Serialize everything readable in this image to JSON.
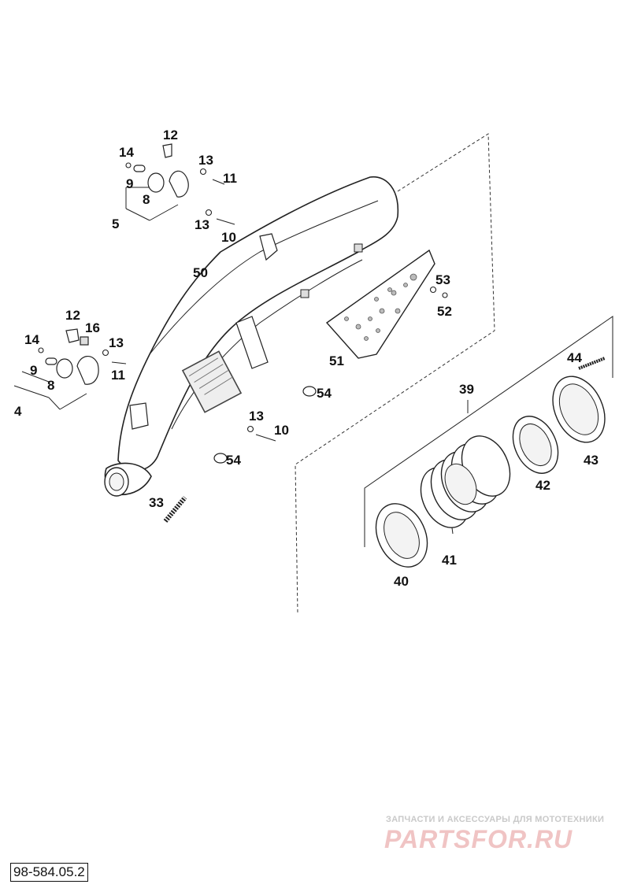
{
  "callouts": [
    {
      "id": "c12a",
      "text": "12"
    },
    {
      "id": "c14a",
      "text": "14"
    },
    {
      "id": "c9a",
      "text": "9"
    },
    {
      "id": "c8a",
      "text": "8"
    },
    {
      "id": "c5",
      "text": "5"
    },
    {
      "id": "c13a",
      "text": "13"
    },
    {
      "id": "c11a",
      "text": "11"
    },
    {
      "id": "c13b",
      "text": "13"
    },
    {
      "id": "c10a",
      "text": "10"
    },
    {
      "id": "c50",
      "text": "50"
    },
    {
      "id": "c53",
      "text": "53"
    },
    {
      "id": "c52",
      "text": "52"
    },
    {
      "id": "c51",
      "text": "51"
    },
    {
      "id": "c12b",
      "text": "12"
    },
    {
      "id": "c16",
      "text": "16"
    },
    {
      "id": "c14b",
      "text": "14"
    },
    {
      "id": "c13c",
      "text": "13"
    },
    {
      "id": "c9b",
      "text": "9"
    },
    {
      "id": "c11b",
      "text": "11"
    },
    {
      "id": "c8b",
      "text": "8"
    },
    {
      "id": "c4",
      "text": "4"
    },
    {
      "id": "c54a",
      "text": "54"
    },
    {
      "id": "c44",
      "text": "44"
    },
    {
      "id": "c39",
      "text": "39"
    },
    {
      "id": "c13d",
      "text": "13"
    },
    {
      "id": "c10b",
      "text": "10"
    },
    {
      "id": "c43",
      "text": "43"
    },
    {
      "id": "c54b",
      "text": "54"
    },
    {
      "id": "c42",
      "text": "42"
    },
    {
      "id": "c33",
      "text": "33"
    },
    {
      "id": "c41",
      "text": "41"
    },
    {
      "id": "c40",
      "text": "40"
    }
  ],
  "watermark": {
    "tagline": "ЗАПЧАСТИ И АКСЕССУАРЫ ДЛЯ МОТОТЕХНИКИ",
    "logo": "PARTSFOR.RU"
  },
  "drawing_number": "98-584.05.2"
}
